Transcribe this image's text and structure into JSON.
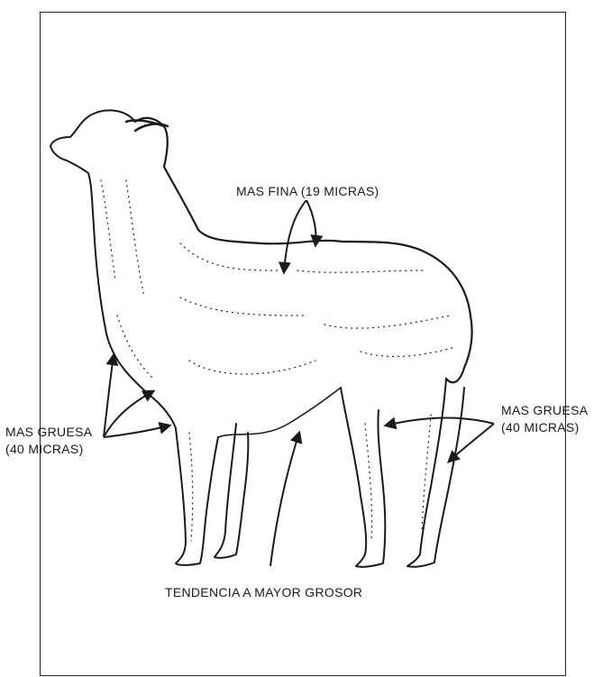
{
  "labels": {
    "fine": "MAS FINA (19 MICRAS)",
    "coarse_left": {
      "line1": "MAS GRUESA",
      "line2": "(40 MICRAS)"
    },
    "coarse_right": {
      "line1": "MAS GRUESA",
      "line2": "(40 MICRAS)"
    },
    "tendency": "TENDENCIA A MAYOR GROSOR"
  },
  "colors": {
    "ink": "#1a1a1a",
    "background": "#ffffff"
  },
  "icons": {
    "animal": "alpaca-illustration",
    "arrows": "curved-arrow-icon"
  }
}
